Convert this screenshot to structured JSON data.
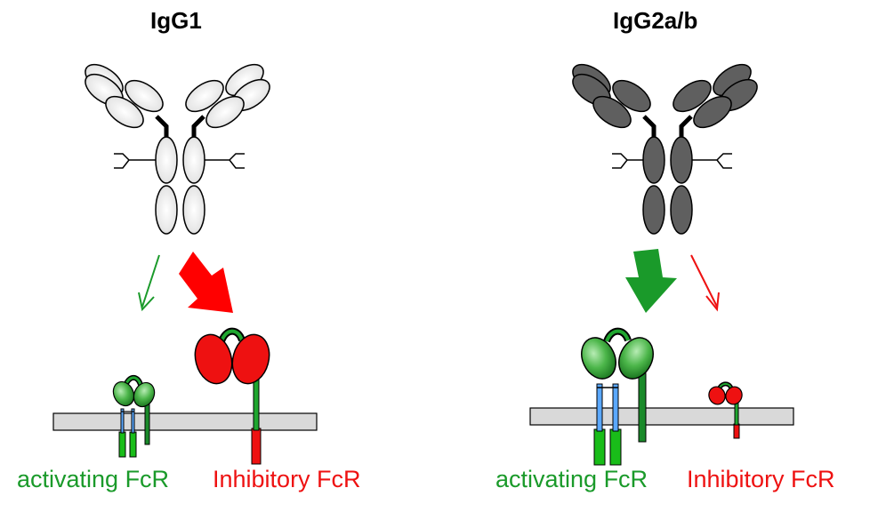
{
  "panels": {
    "left": {
      "title": "IgG1",
      "activating_label": "activating FcR",
      "inhibitory_label": "Inhibitory FcR"
    },
    "right": {
      "title": "IgG2a/b",
      "activating_label": "activating FcR",
      "inhibitory_label": "Inhibitory FcR"
    }
  },
  "colors": {
    "activating": "#1a9a2a",
    "inhibitory": "#ee1111",
    "igg1_domain": "light-gray-gradient",
    "igg2_domain": "#5f5f5f",
    "membrane": "#d9d9d9"
  }
}
